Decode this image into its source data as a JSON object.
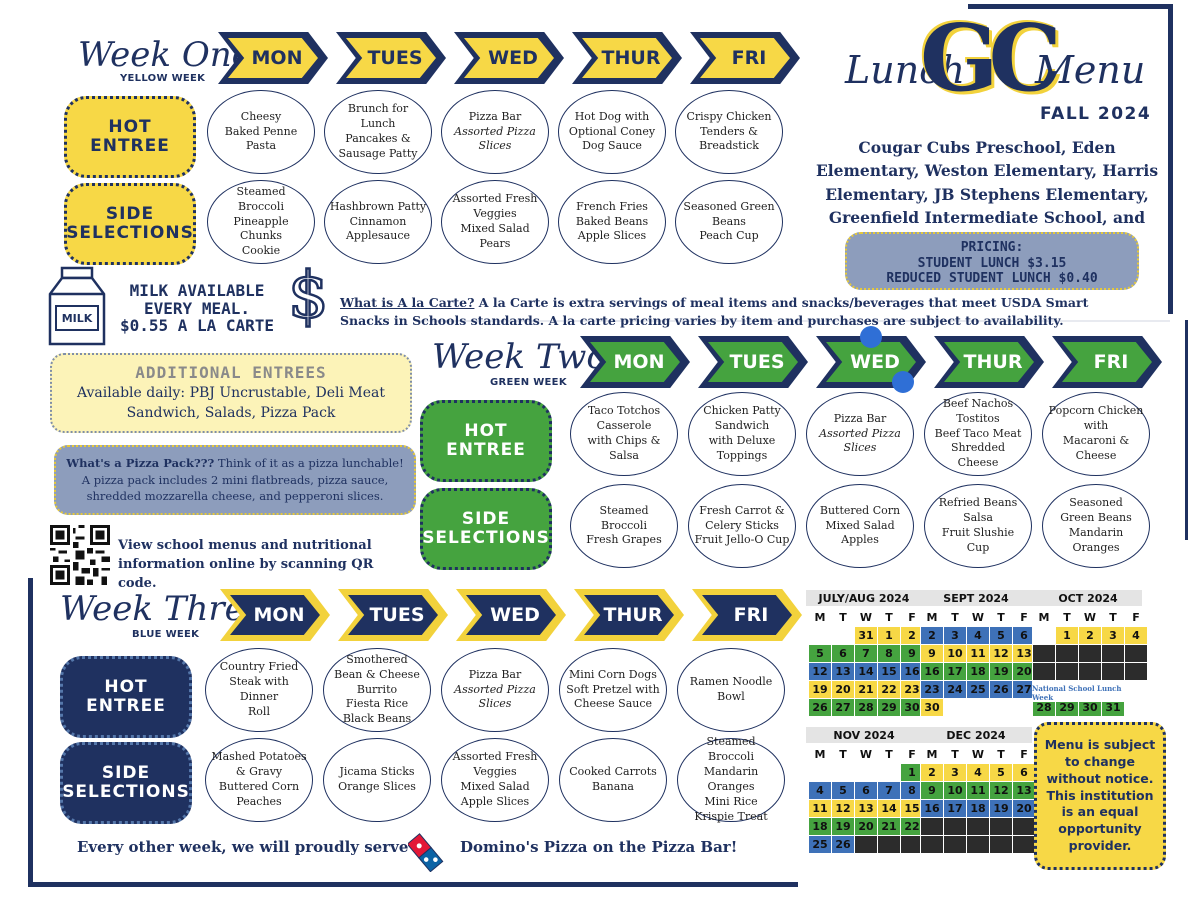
{
  "header": {
    "lunch": "Lunch",
    "logo": "GC",
    "menu": "Menu",
    "season": "FALL 2024",
    "schools": "Cougar Cubs Preschool, Eden Elementary, Weston Elementary, Harris Elementary, JB Stephens Elementary, Greenfield Intermediate School, and Maxwell Intermediate School"
  },
  "pricing": {
    "title": "PRICING:",
    "student": "STUDENT LUNCH $3.15",
    "reduced": "REDUCED STUDENT LUNCH $0.40"
  },
  "milk": {
    "label": "MILK",
    "line1": "MILK AVAILABLE",
    "line2": "EVERY MEAL.",
    "line3": "$0.55 A LA CARTE"
  },
  "alacarte": {
    "question": "What is A la Carte?",
    "text": " A la Carte is extra servings of meal items and snacks/beverages that meet USDA Smart Snacks in Schools standards. A la carte pricing varies by item and purchases are subject to availability."
  },
  "additional": {
    "title": "ADDITIONAL ENTREES",
    "text": "Available daily: PBJ Uncrustable, Deli Meat Sandwich, Salads, Pizza Pack"
  },
  "pizzapack": {
    "question": "What's a Pizza Pack???",
    "text": "  Think of it as a pizza lunchable! A pizza pack includes 2 mini flatbreads, pizza sauce, shredded mozzarella cheese, and pepperoni slices."
  },
  "qr": {
    "text": "View school menus and nutritional information online by scanning QR code."
  },
  "categories": {
    "hot": "HOT ENTREE",
    "side": "SIDE SELECTIONS"
  },
  "weeks": [
    {
      "title": "Week One",
      "sub": "YELLOW WEEK",
      "days": [
        "MON",
        "TUES",
        "WED",
        "THUR",
        "FRI"
      ],
      "hot": [
        [
          "Cheesy",
          "Baked Penne",
          "Pasta"
        ],
        [
          "Brunch for Lunch",
          "Pancakes &",
          "Sausage Patty"
        ],
        [
          "Pizza Bar",
          "Assorted Pizza",
          "Slices"
        ],
        [
          "Hot Dog with",
          "Optional Coney",
          "Dog Sauce"
        ],
        [
          "Crispy Chicken",
          "Tenders &",
          "Breadstick"
        ]
      ],
      "side": [
        [
          "Steamed Broccoli",
          "Pineapple Chunks",
          "Cookie"
        ],
        [
          "Hashbrown Patty",
          "Cinnamon",
          "Applesauce"
        ],
        [
          "Assorted Fresh",
          "Veggies",
          "Mixed Salad",
          "Pears"
        ],
        [
          "French Fries",
          "Baked Beans",
          "Apple Slices"
        ],
        [
          "Seasoned Green",
          "Beans",
          "Peach Cup"
        ]
      ]
    },
    {
      "title": "Week Two",
      "sub": "GREEN WEEK",
      "days": [
        "MON",
        "TUES",
        "WED",
        "THUR",
        "FRI"
      ],
      "hot": [
        [
          "Taco Totchos",
          "Casserole",
          "with Chips & Salsa"
        ],
        [
          "Chicken Patty",
          "Sandwich",
          "with Deluxe",
          "Toppings"
        ],
        [
          "Pizza Bar",
          "Assorted Pizza",
          "Slices"
        ],
        [
          "Beef Nachos",
          "Tostitos",
          "Beef Taco Meat",
          "Shredded Cheese"
        ],
        [
          "Popcorn Chicken",
          "with",
          "Macaroni & Cheese"
        ]
      ],
      "side": [
        [
          "Steamed Broccoli",
          "Fresh Grapes"
        ],
        [
          "Fresh Carrot &",
          "Celery Sticks",
          "Fruit Jello-O Cup"
        ],
        [
          "Buttered Corn",
          "Mixed Salad",
          "Apples"
        ],
        [
          "Refried Beans",
          "Salsa",
          "Fruit Slushie Cup"
        ],
        [
          "Seasoned",
          "Green Beans",
          "Mandarin",
          "Oranges"
        ]
      ]
    },
    {
      "title": "Week Three",
      "sub": "BLUE WEEK",
      "days": [
        "MON",
        "TUES",
        "WED",
        "THUR",
        "FRI"
      ],
      "hot": [
        [
          "Country Fried",
          "Steak with Dinner",
          "Roll"
        ],
        [
          "Smothered",
          "Bean & Cheese",
          "Burrito",
          "Fiesta Rice",
          "Black Beans"
        ],
        [
          "Pizza Bar",
          "Assorted Pizza",
          "Slices"
        ],
        [
          "Mini Corn Dogs",
          "Soft Pretzel with",
          "Cheese Sauce"
        ],
        [
          "Ramen Noodle",
          "Bowl"
        ]
      ],
      "side": [
        [
          "Mashed Potatoes",
          "& Gravy",
          "Buttered Corn",
          "Peaches"
        ],
        [
          "Jicama Sticks",
          "Orange Slices"
        ],
        [
          "Assorted Fresh",
          "Veggies",
          "Mixed Salad",
          "Apple Slices"
        ],
        [
          "Cooked Carrots",
          "Banana"
        ],
        [
          "Steamed Broccoli",
          "Mandarin Oranges",
          "Mini Rice",
          "Krispie Treat"
        ]
      ]
    }
  ],
  "dominos": {
    "left": "Every other week, we will proudly serve",
    "right": "Domino's Pizza on the Pizza Bar!"
  },
  "notice": {
    "text": "Menu is subject to change without notice. This institution is an equal opportunity provider."
  },
  "calendar": {
    "dow": [
      "M",
      "T",
      "W",
      "T",
      "F"
    ],
    "top_months": [
      "JULY/AUG 2024",
      "SEPT 2024",
      "OCT 2024"
    ],
    "bottom_months": [
      "NOV 2024",
      "DEC 2024"
    ],
    "nslw": "National School Lunch Week",
    "julaug": [
      [
        "",
        "",
        "31",
        "1",
        "2"
      ],
      [
        "5",
        "6",
        "7",
        "8",
        "9"
      ],
      [
        "12",
        "13",
        "14",
        "15",
        "16"
      ],
      [
        "19",
        "20",
        "21",
        "22",
        "23"
      ],
      [
        "26",
        "27",
        "28",
        "29",
        "30"
      ]
    ],
    "julaug_c": [
      [
        "wt",
        "wt",
        "ye",
        "ye",
        "ye"
      ],
      [
        "gr",
        "gr",
        "gr",
        "gr",
        "gr"
      ],
      [
        "bl",
        "bl",
        "bl",
        "bl",
        "bl"
      ],
      [
        "ye",
        "ye",
        "ye",
        "ye",
        "ye"
      ],
      [
        "gr",
        "gr",
        "gr",
        "gr",
        "gr"
      ]
    ],
    "sept": [
      [
        "2",
        "3",
        "4",
        "5",
        "6"
      ],
      [
        "9",
        "10",
        "11",
        "12",
        "13"
      ],
      [
        "16",
        "17",
        "18",
        "19",
        "20"
      ],
      [
        "23",
        "24",
        "25",
        "26",
        "27"
      ],
      [
        "30",
        "",
        "",
        "",
        ""
      ]
    ],
    "sept_c": [
      [
        "bl",
        "bl",
        "bl",
        "bl",
        "bl"
      ],
      [
        "ye",
        "ye",
        "ye",
        "ye",
        "ye"
      ],
      [
        "gr",
        "gr",
        "gr",
        "gr",
        "gr"
      ],
      [
        "bl",
        "bl",
        "bl",
        "bl",
        "bl"
      ],
      [
        "ye",
        "wt",
        "wt",
        "wt",
        "wt"
      ]
    ],
    "oct": [
      [
        "",
        "1",
        "2",
        "3",
        "4"
      ],
      [
        "",
        "",
        "",
        "",
        ""
      ],
      [
        "",
        "",
        "",
        "",
        ""
      ],
      [
        "",
        "",
        "",
        "",
        ""
      ],
      [
        "28",
        "29",
        "30",
        "31",
        ""
      ]
    ],
    "oct_c": [
      [
        "wt",
        "ye",
        "ye",
        "ye",
        "ye"
      ],
      [
        "dk",
        "dk",
        "dk",
        "dk",
        "dk"
      ],
      [
        "dk",
        "dk",
        "dk",
        "dk",
        "dk"
      ],
      [
        "wt",
        "wt",
        "wt",
        "wt",
        "wt"
      ],
      [
        "gr",
        "gr",
        "gr",
        "gr",
        "wt"
      ]
    ],
    "nov": [
      [
        "",
        "",
        "",
        "",
        "1"
      ],
      [
        "4",
        "5",
        "6",
        "7",
        "8"
      ],
      [
        "11",
        "12",
        "13",
        "14",
        "15"
      ],
      [
        "18",
        "19",
        "20",
        "21",
        "22"
      ],
      [
        "25",
        "26",
        "",
        "",
        ""
      ]
    ],
    "nov_c": [
      [
        "wt",
        "wt",
        "wt",
        "wt",
        "gr"
      ],
      [
        "bl",
        "bl",
        "bl",
        "bl",
        "bl"
      ],
      [
        "ye",
        "ye",
        "ye",
        "ye",
        "ye"
      ],
      [
        "gr",
        "gr",
        "gr",
        "gr",
        "gr"
      ],
      [
        "bl",
        "bl",
        "dk",
        "dk",
        "dk"
      ]
    ],
    "dec": [
      [
        "2",
        "3",
        "4",
        "5",
        "6"
      ],
      [
        "9",
        "10",
        "11",
        "12",
        "13"
      ],
      [
        "16",
        "17",
        "18",
        "19",
        "20"
      ],
      [
        "",
        "",
        "",
        "",
        ""
      ],
      [
        "",
        "",
        "",
        "",
        ""
      ]
    ],
    "dec_c": [
      [
        "ye",
        "ye",
        "ye",
        "ye",
        "ye"
      ],
      [
        "gr",
        "gr",
        "gr",
        "gr",
        "gr"
      ],
      [
        "bl",
        "bl",
        "bl",
        "bl",
        "bl"
      ],
      [
        "dk",
        "dk",
        "dk",
        "dk",
        "dk"
      ],
      [
        "dk",
        "dk",
        "dk",
        "dk",
        "dk"
      ]
    ]
  },
  "colors": {
    "navy": "#1f3160",
    "yellow": "#f7d846",
    "green": "#45a33f",
    "blue": "#3e71b8"
  }
}
